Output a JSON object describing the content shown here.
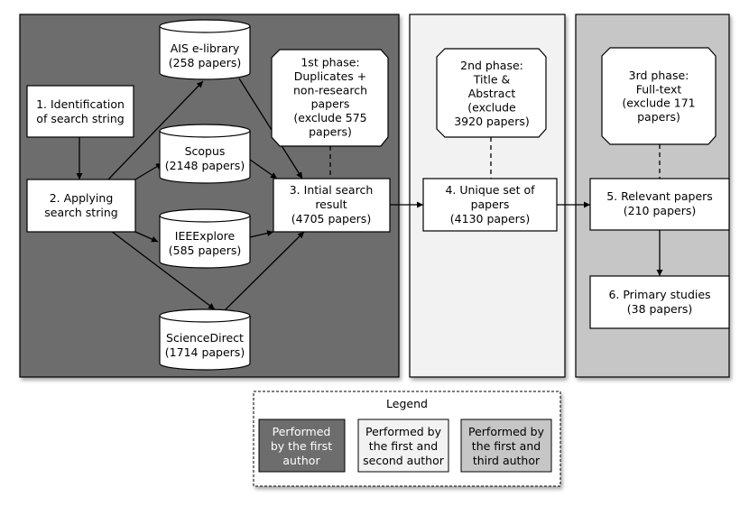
{
  "colors": {
    "phase1_bg": "#6d6d6d",
    "phase2_bg": "#f2f2f2",
    "phase3_bg": "#c6c6c6",
    "box_fill": "#ffffff",
    "stroke": "#000000"
  },
  "nodes": {
    "step1": [
      "1. Identification",
      "of search string"
    ],
    "step2": [
      "2. Applying",
      "search string"
    ],
    "step3": [
      "3. Intial search",
      "result",
      "(4705 papers)"
    ],
    "step4": [
      "4. Unique set of",
      "papers",
      "(4130 papers)"
    ],
    "step5": [
      "5. Relevant papers",
      "(210 papers)"
    ],
    "step6": [
      "6. Primary studies",
      "(38 papers)"
    ]
  },
  "databases": {
    "ais": [
      "AIS e-library",
      "(258 papers)"
    ],
    "scopus": [
      "Scopus",
      "(2148 papers)"
    ],
    "ieee": [
      "IEEExplore",
      "(585 papers)"
    ],
    "sciencedirect": [
      "ScienceDirect",
      "(1714 papers)"
    ]
  },
  "phases": {
    "phase1": [
      "1st phase:",
      "Duplicates +",
      "non-research",
      "papers",
      "(exclude 575",
      "papers)"
    ],
    "phase2": [
      "2nd phase:",
      "Title &",
      "Abstract",
      "(exclude",
      "3920 papers)"
    ],
    "phase3": [
      "3rd phase:",
      "Full-text",
      "(exclude 171",
      "papers)"
    ]
  },
  "legend": {
    "title": "Legend",
    "items": [
      [
        "Performed",
        "by the first",
        "author"
      ],
      [
        "Performed by",
        "the first and",
        "second author"
      ],
      [
        "Performed by",
        "the first and",
        "third author"
      ]
    ]
  }
}
